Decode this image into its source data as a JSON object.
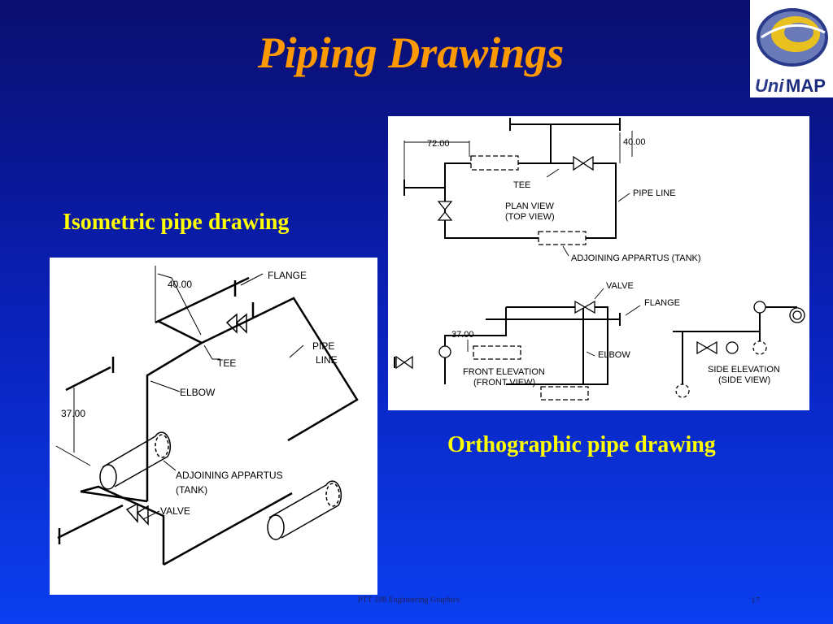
{
  "slide": {
    "title": "Piping Drawings",
    "isometric_label": "Isometric pipe drawing",
    "orthographic_label": "Orthographic pipe drawing",
    "footer": "PTT 108 Engineering Graphics",
    "page_number": "17"
  },
  "logo": {
    "text_part1": "Uni",
    "text_part2": "MAP"
  },
  "isometric": {
    "dim_top": "40.00",
    "dim_left": "37.00",
    "flange": "FLANGE",
    "tee": "TEE",
    "pipe_line_1": "PIPE",
    "pipe_line_2": "LINE",
    "elbow": "ELBOW",
    "adjoining_1": "ADJOINING APPARTUS",
    "adjoining_2": "(TANK)",
    "valve": "VALVE"
  },
  "orthographic": {
    "dim_72": "72.00",
    "dim_40": "40.00",
    "dim_37": "37.00",
    "tee": "TEE",
    "plan_view_1": "PLAN VIEW",
    "plan_view_2": "(TOP VIEW)",
    "pipe_line": "PIPE LINE",
    "adjoining": "ADJOINING APPARTUS (TANK)",
    "valve": "VALVE",
    "flange": "FLANGE",
    "elbow": "ELBOW",
    "front_elev_1": "FRONT ELEVATION",
    "front_elev_2": "(FRONT VIEW)",
    "side_elev_1": "SIDE ELEVATION",
    "side_elev_2": "(SIDE VIEW)"
  },
  "colors": {
    "title": "#ff9900",
    "labels": "#ffff00",
    "background": "#0a20b8"
  }
}
